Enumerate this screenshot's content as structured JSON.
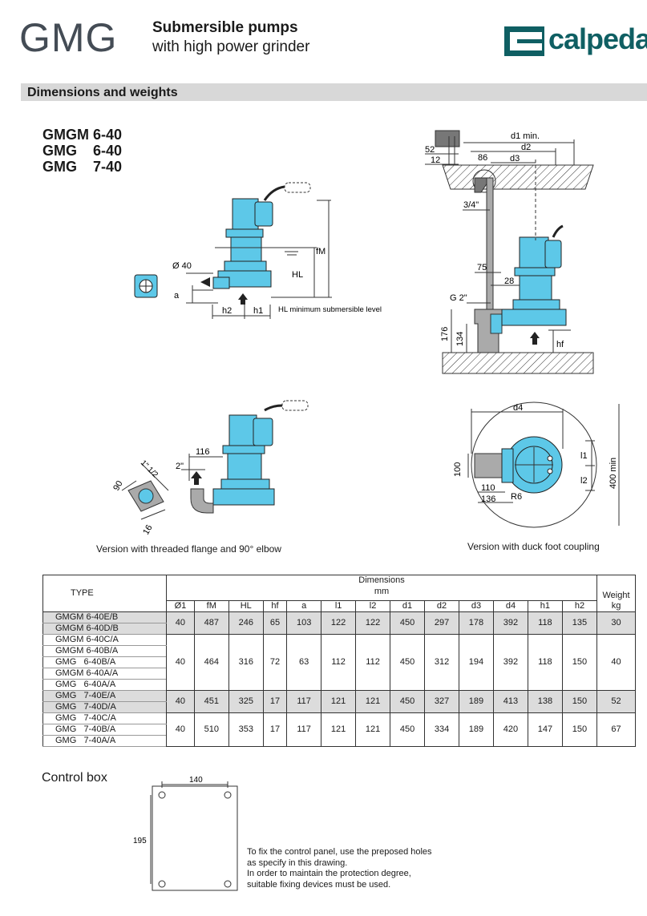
{
  "header": {
    "series": "GMG",
    "title": "Submersible pumps",
    "subtitle": "with high power grinder",
    "brand": "calpeda"
  },
  "section": {
    "title": "Dimensions and weights"
  },
  "models": [
    "GMGM 6-40",
    "GMG    6-40",
    "GMG    7-40"
  ],
  "drawing_labels": {
    "diameter": "Ø 40",
    "a": "a",
    "fM": "fM",
    "HL": "HL",
    "h2": "h2",
    "h1": "h1",
    "hl_note": "HL minimum submersible level",
    "d1_min": "d1 min.",
    "d2": "d2",
    "d3": "d3",
    "n52": "52",
    "n12": "12",
    "n86": "86",
    "n34": "3/4\"",
    "n75": "75",
    "n28": "28",
    "g2": "G 2\"",
    "n176": "176",
    "n134": "134",
    "hf": "hf",
    "n116": "116",
    "n2in": "2\"",
    "n1half": "1\" 1/2",
    "n90": "90",
    "n16": "16",
    "d4": "d4",
    "n100": "100",
    "n110": "110",
    "n136": "136",
    "R6": "R6",
    "l1": "l1",
    "l2": "l2",
    "n400min": "400 min",
    "n140": "140",
    "n195": "195"
  },
  "captions": {
    "flange": "Version with threaded flange and 90° elbow",
    "duckfoot": "Version with duck foot coupling"
  },
  "table": {
    "type_header": "TYPE",
    "dimensions_header": "Dimensions",
    "unit_header": "mm",
    "weight_header": "Weight",
    "weight_unit": "kg",
    "columns": [
      "Ø1",
      "fM",
      "HL",
      "hf",
      "a",
      "l1",
      "l2",
      "d1",
      "d2",
      "d3",
      "d4",
      "h1",
      "h2"
    ],
    "groups": [
      {
        "types": [
          "GMGM 6-40E/B",
          "GMGM 6-40D/B"
        ],
        "values": [
          "40",
          "487",
          "246",
          "65",
          "103",
          "122",
          "122",
          "450",
          "297",
          "178",
          "392",
          "118",
          "135"
        ],
        "weight": "30"
      },
      {
        "types": [
          "GMGM 6-40C/A",
          "GMGM 6-40B/A",
          "GMG   6-40B/A",
          "GMGM 6-40A/A",
          "GMG   6-40A/A"
        ],
        "values": [
          "40",
          "464",
          "316",
          "72",
          "63",
          "112",
          "112",
          "450",
          "312",
          "194",
          "392",
          "118",
          "150"
        ],
        "weight": "40"
      },
      {
        "types": [
          "GMG   7-40E/A",
          "GMG   7-40D/A"
        ],
        "values": [
          "40",
          "451",
          "325",
          "17",
          "117",
          "121",
          "121",
          "450",
          "327",
          "189",
          "413",
          "138",
          "150"
        ],
        "weight": "52"
      },
      {
        "types": [
          "GMG   7-40C/A",
          "GMG   7-40B/A",
          "GMG   7-40A/A"
        ],
        "values": [
          "40",
          "510",
          "353",
          "17",
          "117",
          "121",
          "121",
          "450",
          "334",
          "189",
          "420",
          "147",
          "150"
        ],
        "weight": "67"
      }
    ]
  },
  "control_box": {
    "label": "Control box",
    "note": [
      "To fix the control panel, use the preposed holes",
      "as specify in this drawing.",
      "In order to maintain the protection degree,",
      "suitable fixing devices must be used."
    ]
  },
  "colors": {
    "pump": "#5dc8e8",
    "brand": "#0f5f63",
    "band": "#d8d8d8",
    "shade": "#dcdcdc"
  }
}
